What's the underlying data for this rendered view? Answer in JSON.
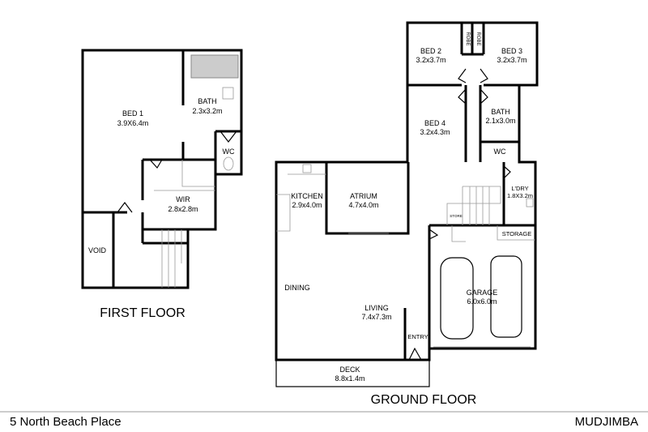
{
  "first_floor": {
    "title": "FIRST FLOOR",
    "rooms": [
      {
        "name": "BED 1",
        "size": "3.9X6.4m"
      },
      {
        "name": "BATH",
        "size": "2.3x3.2m"
      },
      {
        "name": "WC",
        "size": ""
      },
      {
        "name": "WIR",
        "size": "2.8x2.8m"
      },
      {
        "name": "VOID",
        "size": ""
      }
    ]
  },
  "ground_floor": {
    "title": "GROUND FLOOR",
    "rooms": [
      {
        "name": "BED 2",
        "size": "3.2x3.7m"
      },
      {
        "name": "BED 3",
        "size": "3.2x3.7m"
      },
      {
        "name": "ROBE",
        "size": ""
      },
      {
        "name": "ROBE",
        "size": ""
      },
      {
        "name": "BED 4",
        "size": "3.2x4.3m"
      },
      {
        "name": "BATH",
        "size": "2.1x3.0m"
      },
      {
        "name": "WC",
        "size": ""
      },
      {
        "name": "KITCHEN",
        "size": "2.9x4.0m"
      },
      {
        "name": "ATRIUM",
        "size": "4.7x4.0m"
      },
      {
        "name": "L'DRY",
        "size": "1.8X3.2m"
      },
      {
        "name": "STORE",
        "size": ""
      },
      {
        "name": "STORAGE",
        "size": ""
      },
      {
        "name": "DINING",
        "size": ""
      },
      {
        "name": "LIVING",
        "size": "7.4x7.3m"
      },
      {
        "name": "GARAGE",
        "size": "6.0x6.0m"
      },
      {
        "name": "ENTRY",
        "size": ""
      },
      {
        "name": "DECK",
        "size": "8.8x1.4m"
      }
    ]
  },
  "footer": {
    "address": "5 North Beach Place",
    "suburb": "MUDJIMBA"
  }
}
